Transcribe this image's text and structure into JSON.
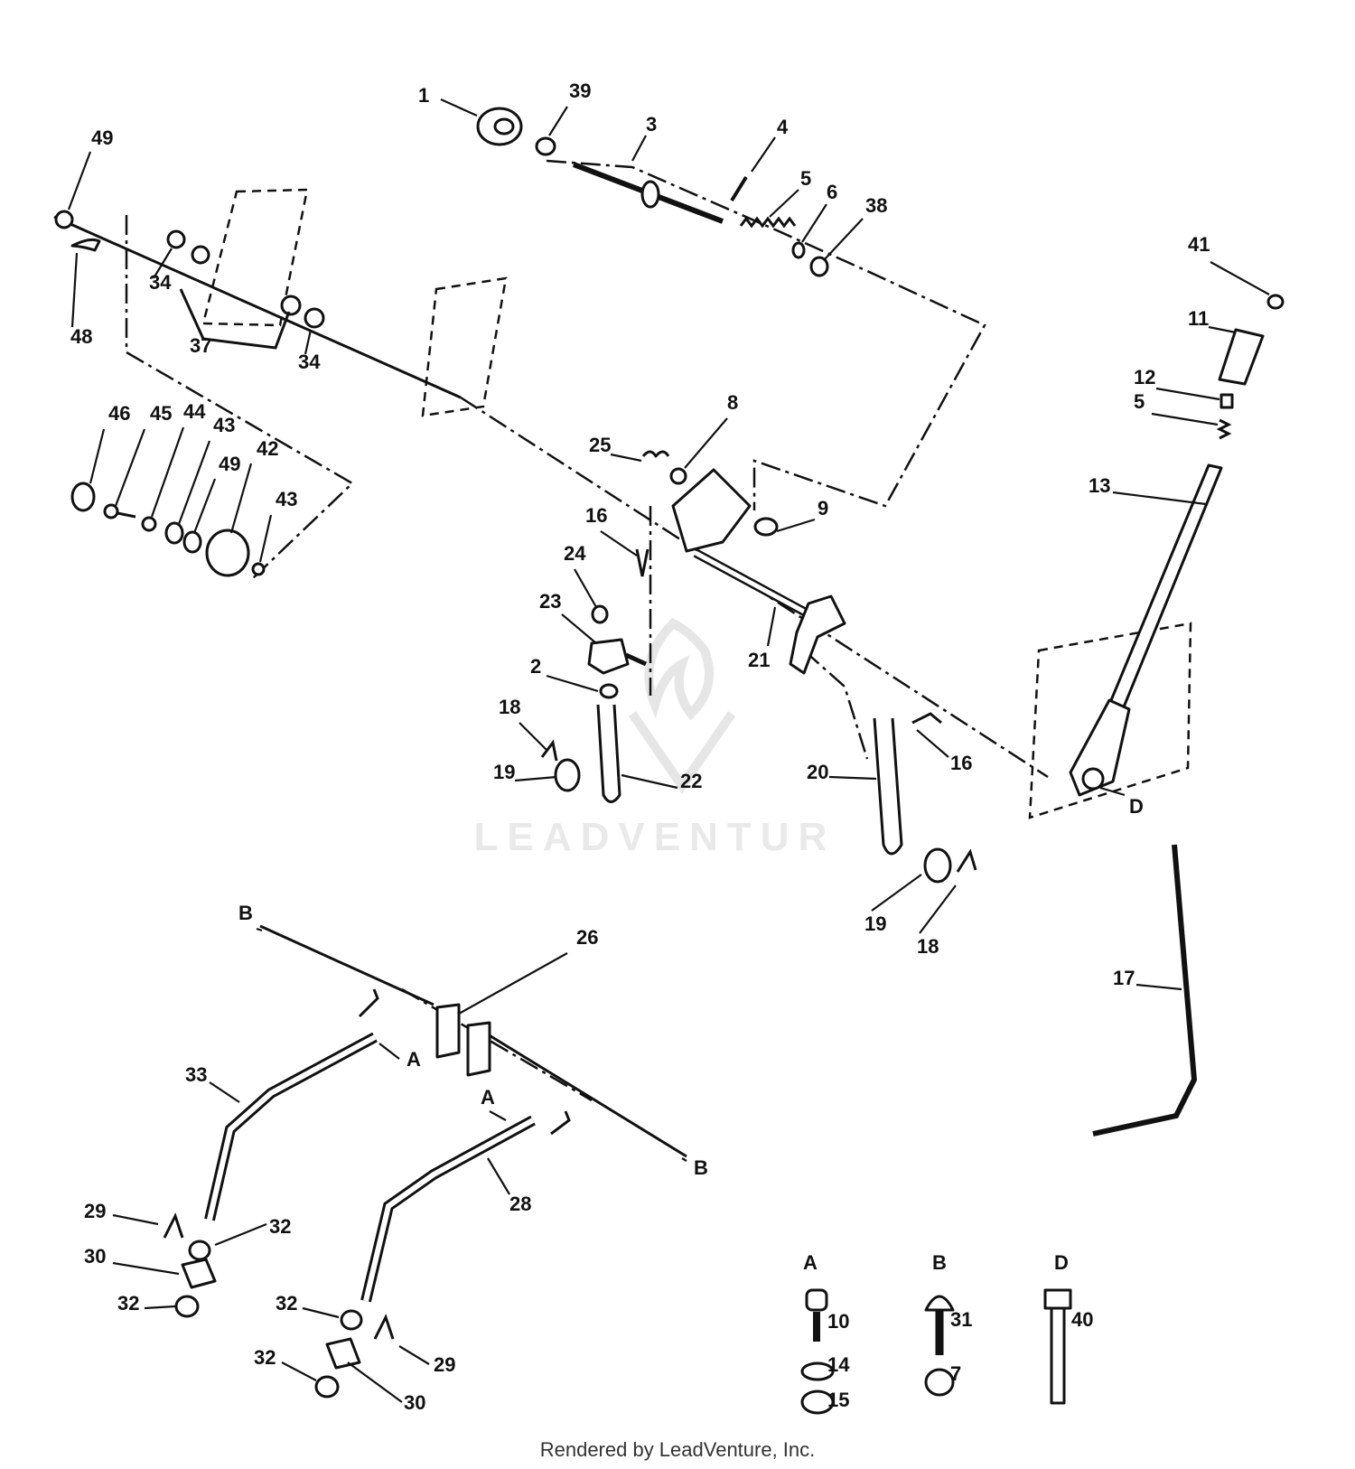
{
  "callouts": [
    "1",
    "39",
    "3",
    "4",
    "5",
    "6",
    "38",
    "49",
    "48",
    "34",
    "37",
    "34",
    "46",
    "45",
    "44",
    "43",
    "49",
    "42",
    "43",
    "41",
    "11",
    "12",
    "5",
    "13",
    "8",
    "25",
    "9",
    "16",
    "24",
    "23",
    "2",
    "18",
    "19",
    "22",
    "21",
    "16",
    "20",
    "19",
    "18",
    "D",
    "17",
    "26",
    "B",
    "A",
    "33",
    "A",
    "28",
    "B",
    "29",
    "32",
    "30",
    "32",
    "32",
    "29",
    "32",
    "30",
    "10",
    "14",
    "15",
    "31",
    "7",
    "40"
  ],
  "groups": [
    {
      "letter": "A",
      "parts": [
        "10",
        "14",
        "15"
      ]
    },
    {
      "letter": "B",
      "parts": [
        "31",
        "7"
      ]
    },
    {
      "letter": "D",
      "parts": [
        "40"
      ]
    }
  ],
  "watermark": "LEADVENTUR",
  "footer": "Rendered by LeadVenture, Inc."
}
